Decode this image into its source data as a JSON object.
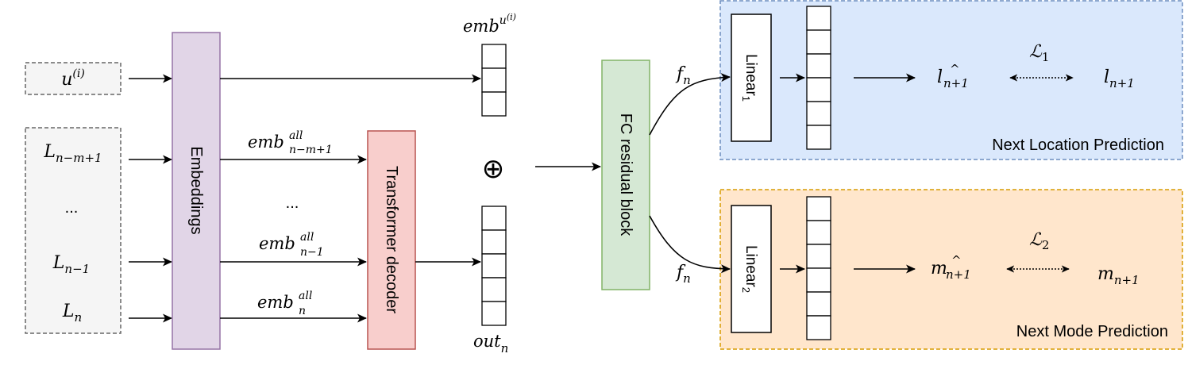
{
  "inputs": {
    "user": "u",
    "user_sup": "(i)",
    "first": "L",
    "first_sub": "n−m+1",
    "dots": "...",
    "second_last": "L",
    "second_last_sub": "n−1",
    "last": "L",
    "last_sub": "n"
  },
  "blocks": {
    "embeddings": "Embeddings",
    "transformer": "Transformer decoder",
    "fc_residual": "FC residual block",
    "linear1": "Linear",
    "linear1_sub": "1",
    "linear2": "Linear",
    "linear2_sub": "2"
  },
  "edge_labels": {
    "emb_user": "emb",
    "emb_user_sup_u": "u",
    "emb_user_sup_i": "(i)",
    "emb_first": "emb",
    "emb_first_sup": "all",
    "emb_first_sub": "n−m+1",
    "emb_dots": "...",
    "emb_second_last": "emb",
    "emb_second_last_sup": "all",
    "emb_second_last_sub": "n−1",
    "emb_last": "emb",
    "emb_last_sup": "all",
    "emb_last_sub": "n",
    "concat_symbol": "⊕",
    "out": "out",
    "out_sub": "n",
    "f_top": "f",
    "f_top_sub": "n",
    "f_bottom": "f",
    "f_bottom_sub": "n"
  },
  "heads": {
    "location_panel_label": "Next Location Prediction",
    "location_pred": "l",
    "location_pred_hat": "^",
    "location_pred_sub": "n+1",
    "location_loss": "ℒ",
    "location_loss_sub": "1",
    "location_true": "l",
    "location_true_sub": "n+1",
    "mode_panel_label": "Next Mode Prediction",
    "mode_pred": "m",
    "mode_pred_hat": "^",
    "mode_pred_sub": "n+1",
    "mode_loss": "ℒ",
    "mode_loss_sub": "2",
    "mode_true": "m",
    "mode_true_sub": "n+1"
  },
  "colors": {
    "embeddings_fill": "#e1d5e7",
    "embeddings_stroke": "#9673a6",
    "transformer_fill": "#f8cecc",
    "transformer_stroke": "#b85450",
    "fc_fill": "#d5e8d4",
    "fc_stroke": "#82b366",
    "location_panel_fill": "#dae8fc",
    "location_panel_stroke": "#6c8ebf",
    "mode_panel_fill": "#ffe6cc",
    "mode_panel_stroke": "#d79b00",
    "input_fill": "#f5f5f5",
    "input_stroke": "#666666"
  }
}
